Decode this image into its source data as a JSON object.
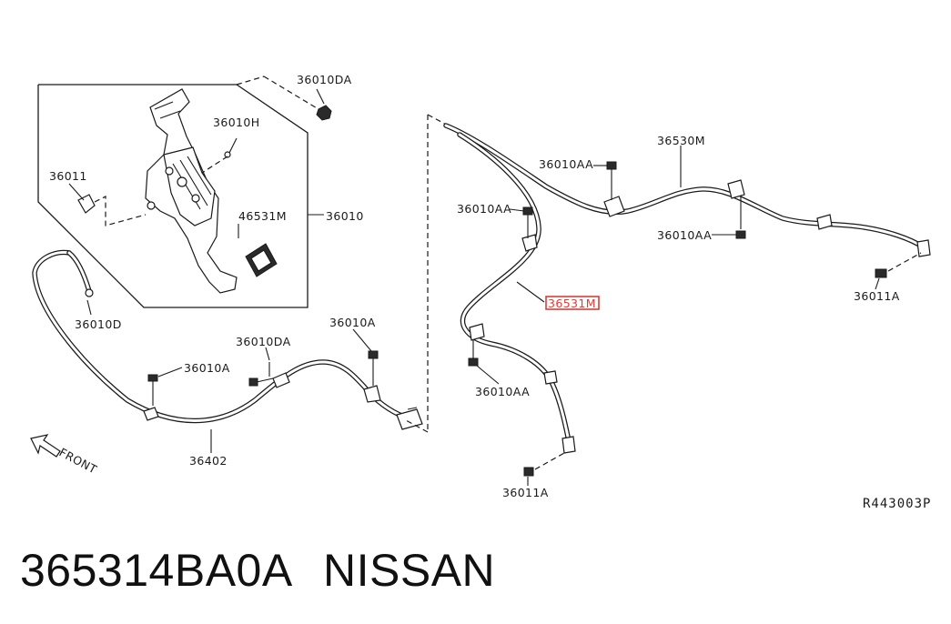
{
  "diagram": {
    "callouts": {
      "c_36010DA_top": "36010DA",
      "c_36010H": "36010H",
      "c_36011_left": "36011",
      "c_46531M": "46531M",
      "c_36010": "36010",
      "c_36010D": "36010D",
      "c_36010DA_mid": "36010DA",
      "c_36010A_left": "36010A",
      "c_36010A_mid": "36010A",
      "c_36402": "36402",
      "c_36010AA_top": "36010AA",
      "c_36530M": "36530M",
      "c_36010AA_mid": "36010AA",
      "c_36010AA_right": "36010AA",
      "c_36531M": "36531M",
      "c_36010AA_low": "36010AA",
      "c_36011A_right": "36011A",
      "c_36011A_low": "36011A"
    },
    "front_label": "FRONT",
    "reference_code": "R443003P",
    "highlight_color": "#e53935"
  },
  "footer": {
    "part_number": "365314BA0A",
    "brand": "NISSAN"
  }
}
